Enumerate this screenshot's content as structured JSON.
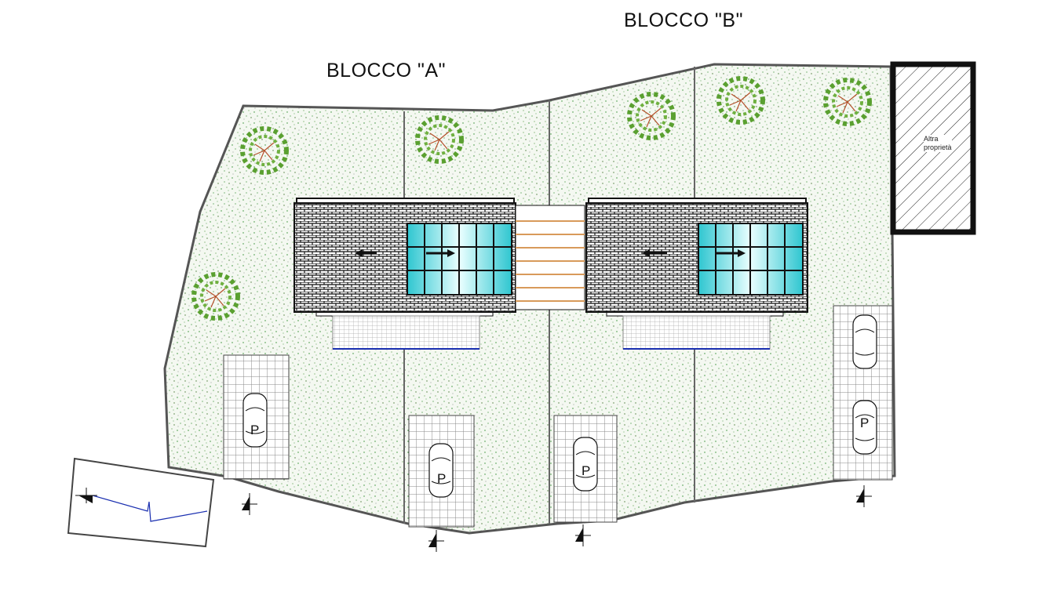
{
  "titles": {
    "block_a": "BLOCCO \"A\"",
    "block_b": "BLOCCO \"B\""
  },
  "neighbor": {
    "label_line1": "Altra",
    "label_line2": "proprietà"
  },
  "parking": [
    {
      "label": "P"
    },
    {
      "label": "P"
    },
    {
      "label": "P"
    },
    {
      "label": "P"
    }
  ],
  "colors": {
    "lawn_dots": "#2e8b2e",
    "tree": "#5aa030",
    "tree_trunk": "#b4502a",
    "solar": "#7fe6ec",
    "stairs": "#d89a5a",
    "edge_blue": "#1a2fb0"
  }
}
